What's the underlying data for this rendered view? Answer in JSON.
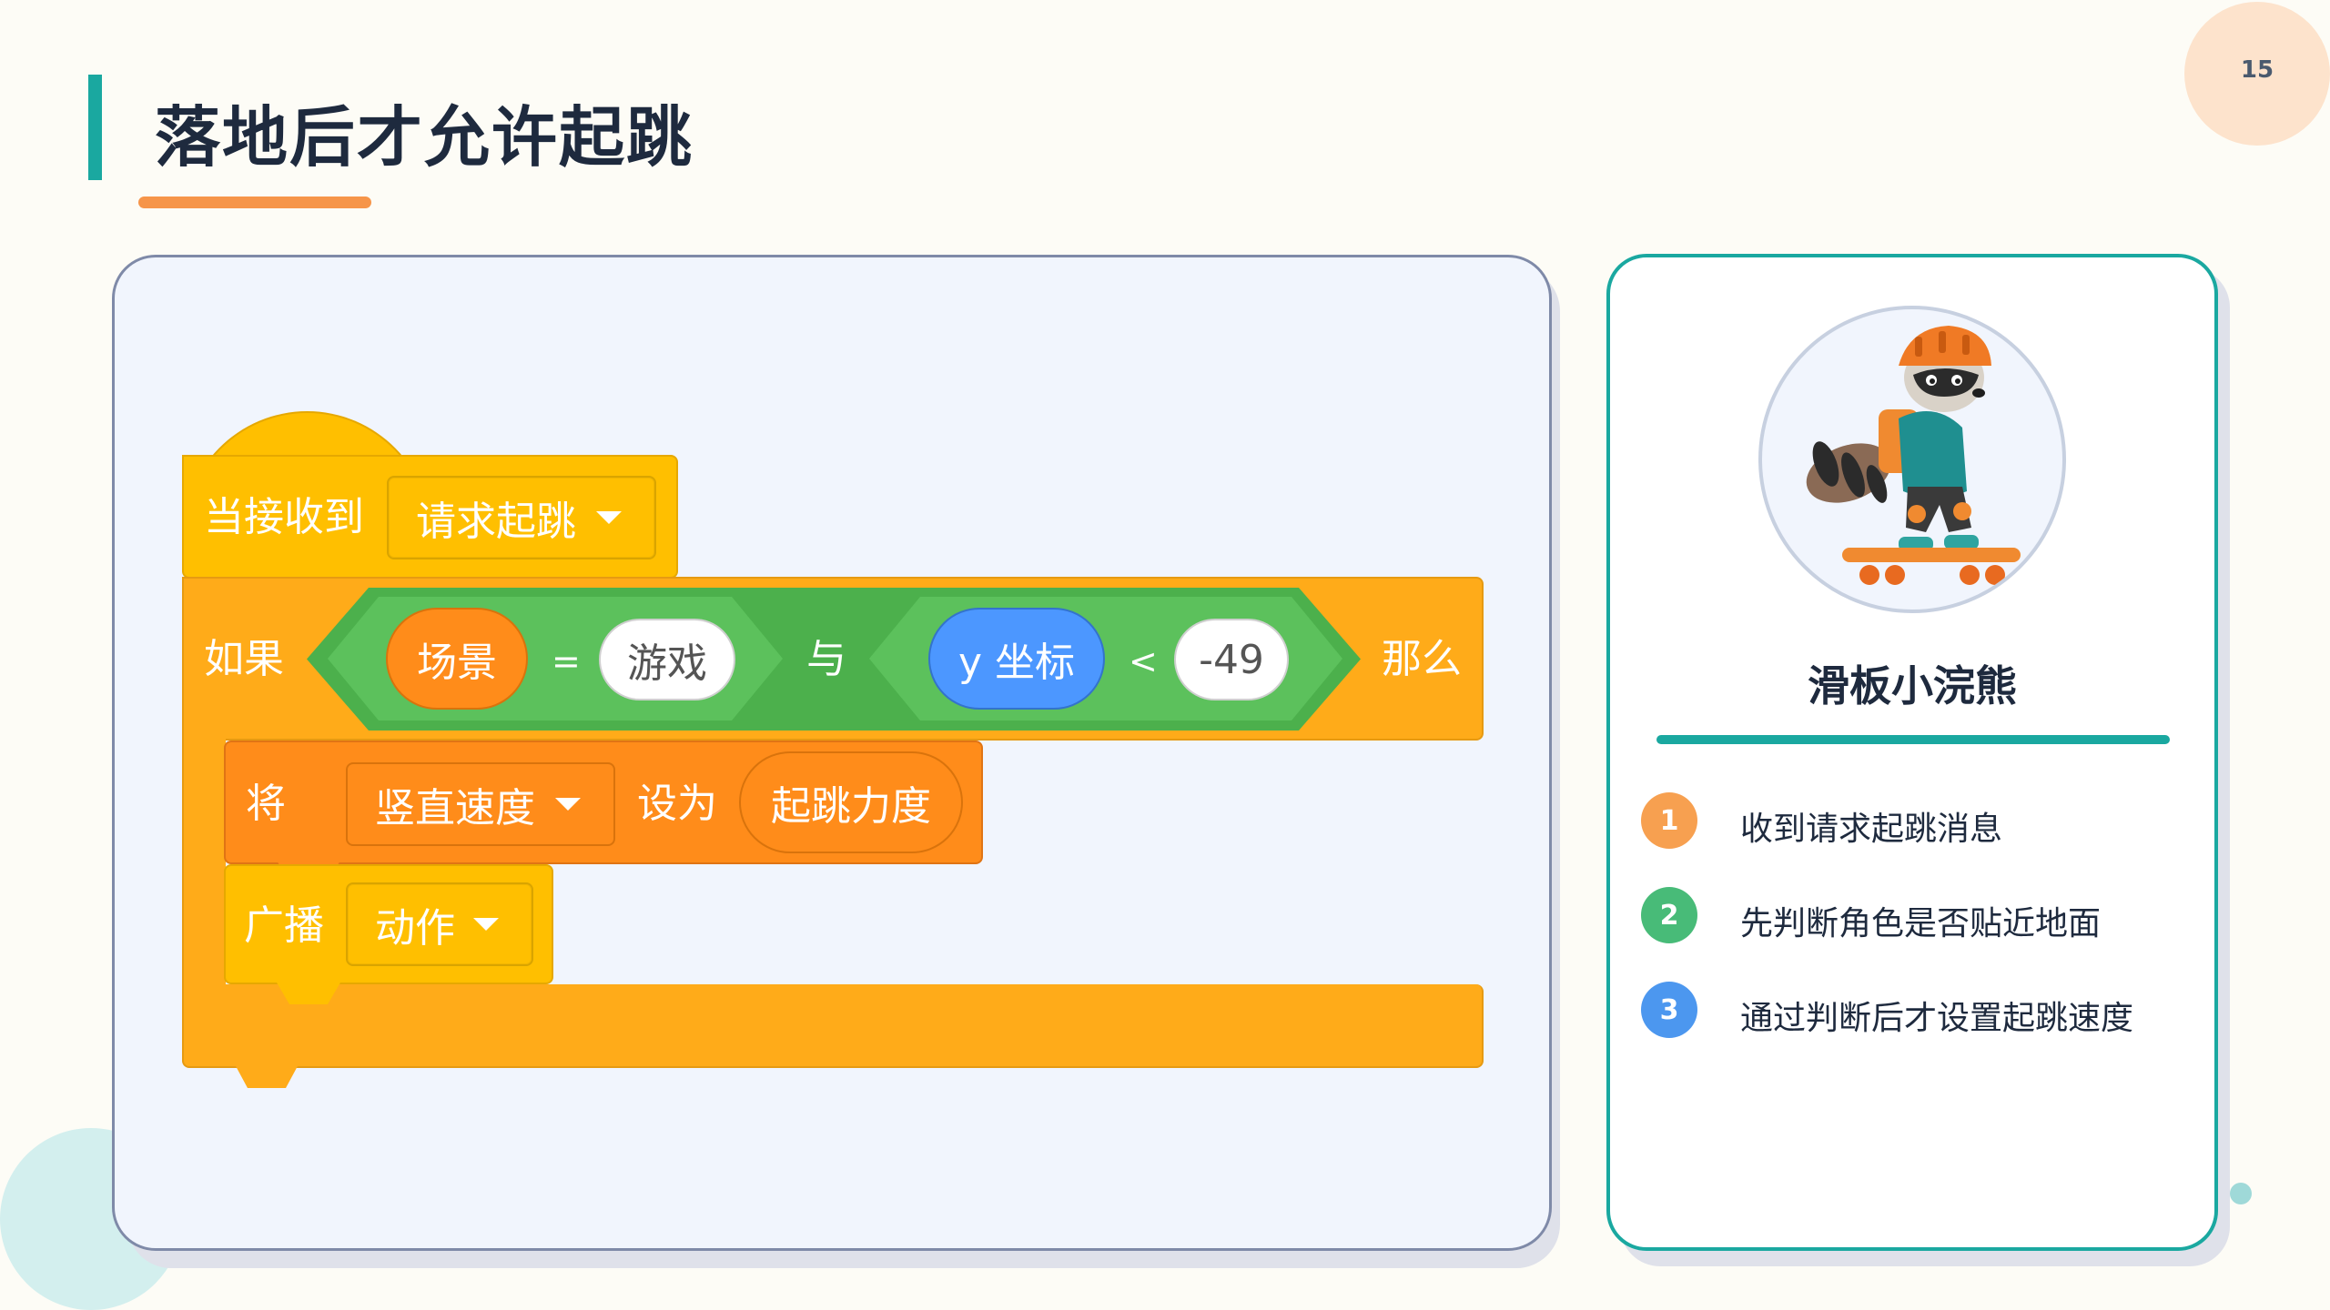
{
  "page": {
    "number": "15",
    "title": "落地后才允许起跳"
  },
  "code": {
    "hat": {
      "label": "当接收到",
      "message": "请求起跳"
    },
    "if_block": {
      "if_label": "如果",
      "then_label": "那么"
    },
    "condition": {
      "left": {
        "variable": "场景",
        "operator": "=",
        "value": "游戏"
      },
      "joiner": "与",
      "right": {
        "variable": "y 坐标",
        "operator": "<",
        "value": "-49"
      }
    },
    "set_block": {
      "label": "将",
      "variable": "竖直速度",
      "to_label": "设为",
      "value": "起跳力度"
    },
    "broadcast_block": {
      "label": "广播",
      "message": "动作"
    }
  },
  "card": {
    "name": "滑板小浣熊",
    "steps": [
      {
        "number": "1",
        "text": "收到请求起跳消息",
        "color": "#f7a050"
      },
      {
        "number": "2",
        "text": "先判断角色是否贴近地面",
        "color": "#48bb78"
      },
      {
        "number": "3",
        "text": "通过判断后才设置起跳速度",
        "color": "#4c97ef"
      }
    ]
  },
  "colors": {
    "accent_teal": "#1aa8a0",
    "accent_orange": "#f6954a",
    "control": "#ffab19",
    "events": "#ffbf00",
    "operators": "#5cc15c",
    "motion": "#4c97ff",
    "variables": "#ff8c1a"
  }
}
